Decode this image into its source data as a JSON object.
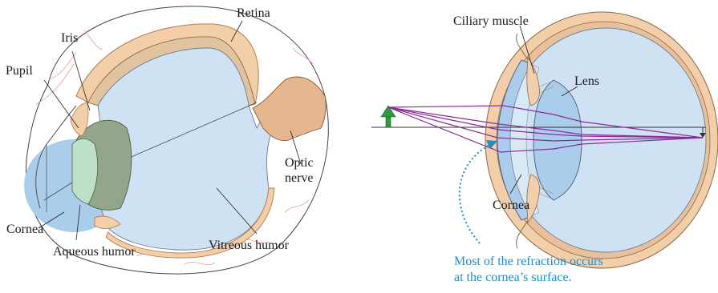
{
  "left_eye": {
    "labels": {
      "retina": "Retina",
      "iris": "Iris",
      "pupil": "Pupil",
      "optic_nerve_line1": "Optic",
      "optic_nerve_line2": "nerve",
      "cornea": "Cornea",
      "aqueous_humor": "Aqueous humor",
      "vitreous_humor": "Vitreous humor"
    }
  },
  "right_eye": {
    "labels": {
      "ciliary_muscle": "Ciliary muscle",
      "lens": "Lens",
      "cornea": "Cornea"
    },
    "note_line1": "Most of the refraction occurs",
    "note_line2": "at the cornea’s surface."
  },
  "colors": {
    "vitreous": "#cfe2f3",
    "sclera_tan": "#f2cfa9",
    "sclera_edge": "#b57b4e",
    "iris_green": "#93a58a",
    "cornea_blue": "#a9cdea",
    "ray_purple": "#8a2b9c",
    "arrow_green": "#2f9a3c",
    "note_blue": "#1f8fc6",
    "vessel_red": "#e8a6a0"
  }
}
